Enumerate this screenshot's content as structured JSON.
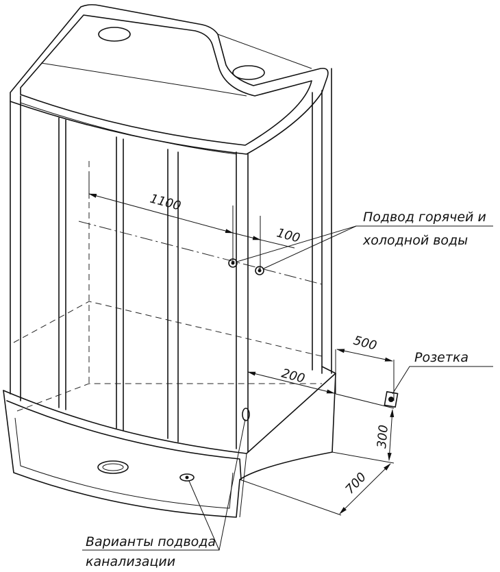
{
  "dimensions": {
    "width_wall": "1100",
    "pipe_spacing": "100",
    "socket_offset": "500",
    "tray_offset": "200",
    "socket_height": "300",
    "depth": "700"
  },
  "labels": {
    "water_supply_line1": "Подвод горячей и",
    "water_supply_line2": "холодной воды",
    "socket": "Розетка",
    "drain_line1": "Варианты подвода",
    "drain_line2": "канализации"
  }
}
